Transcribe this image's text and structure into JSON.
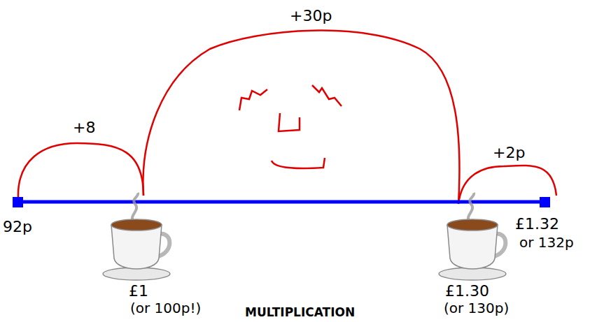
{
  "diagram": {
    "labels": [
      "+30p",
      "+8",
      "+2p",
      "92p",
      "£1",
      "(or 100p!)",
      "£1.32",
      "or 132p",
      "£1.30",
      "(or 130p)",
      "MULTIPLICATION"
    ]
  }
}
